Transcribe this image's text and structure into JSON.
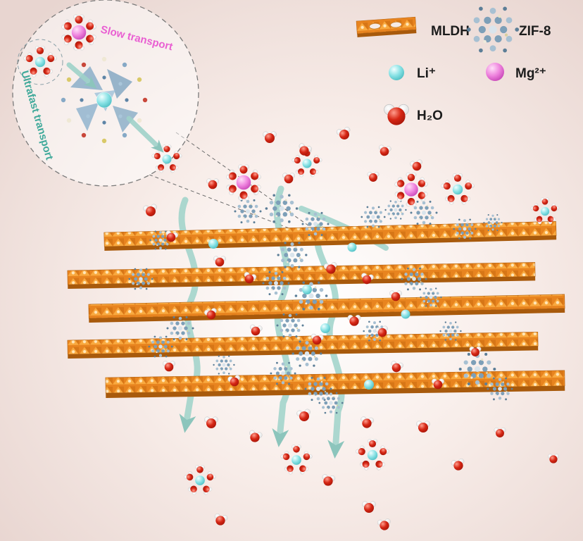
{
  "legend": {
    "mldh_label": "MLDH",
    "zif8_label": "ZIF-8",
    "li_label": "Li⁺",
    "mg_label": "Mg²⁺",
    "water_label": "H₂O"
  },
  "inset": {
    "slow_transport_label": "Slow transport",
    "ultrafast_transport_label": "Ultrafast transport"
  },
  "colors": {
    "background": "#eee0db",
    "mldh_orange": "#e8841f",
    "zif8_blue": "#7d9fb8",
    "li_cyan": "#7adce0",
    "mg_magenta": "#e467d3",
    "water_red": "#c41708",
    "arrow_teal": "#9ed2c9",
    "slow_text": "#e95fd2",
    "ultrafast_text": "#3fa99a"
  }
}
